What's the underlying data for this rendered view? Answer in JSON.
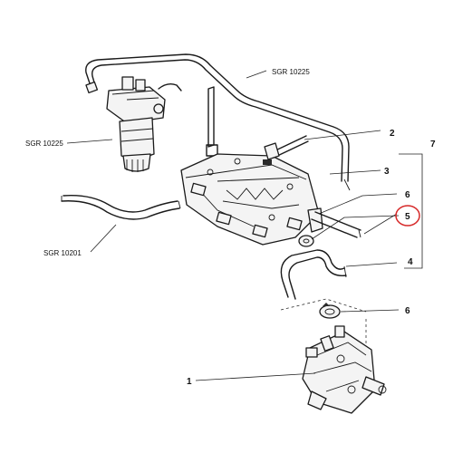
{
  "callouts": {
    "c1": "1",
    "c2": "2",
    "c3": "3",
    "c4": "4",
    "c5": "5",
    "c6a": "6",
    "c6b": "6",
    "c7": "7"
  },
  "references": {
    "r1": "SGR 10225",
    "r2": "SGR 10225",
    "r3": "SGR 10201"
  },
  "colors": {
    "highlight": "#d62828",
    "line": "#1a1a1a"
  }
}
